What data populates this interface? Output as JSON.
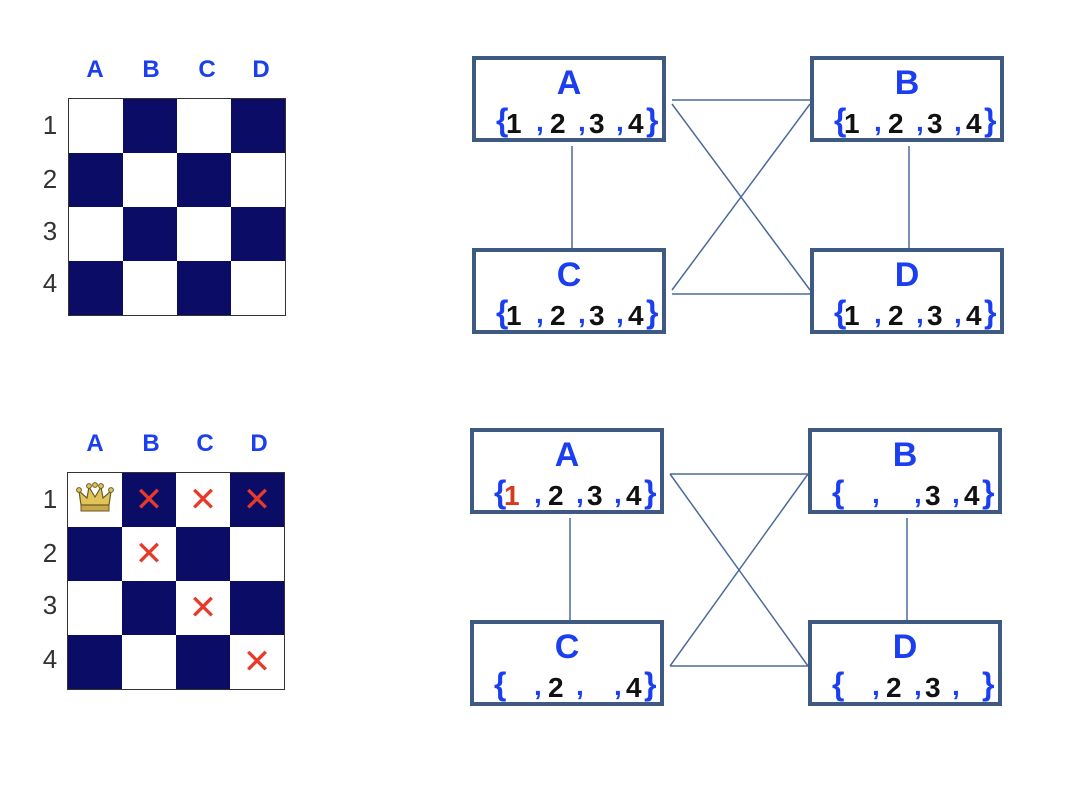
{
  "boards": [
    {
      "columns": [
        "A",
        "B",
        "C",
        "D"
      ],
      "rows": [
        "1",
        "2",
        "3",
        "4"
      ],
      "queen": null,
      "crossed": []
    },
    {
      "columns": [
        "A",
        "B",
        "C",
        "D"
      ],
      "rows": [
        "1",
        "2",
        "3",
        "4"
      ],
      "queen": "A1",
      "crossed": [
        "B1",
        "C1",
        "D1",
        "B2",
        "C3",
        "D4"
      ]
    }
  ],
  "colors": {
    "dark_square": "#0a0c66",
    "label_blue": "#1a3ef0",
    "cross_red": "#e83a2a",
    "node_border": "#3f5a82",
    "edge": "#4a6a9a"
  },
  "graphs": [
    {
      "nodes": {
        "A": {
          "name": "A",
          "values": [
            "1",
            "2",
            "3",
            "4"
          ]
        },
        "B": {
          "name": "B",
          "values": [
            "1",
            "2",
            "3",
            "4"
          ]
        },
        "C": {
          "name": "C",
          "values": [
            "1",
            "2",
            "3",
            "4"
          ]
        },
        "D": {
          "name": "D",
          "values": [
            "1",
            "2",
            "3",
            "4"
          ]
        }
      }
    },
    {
      "nodes": {
        "A": {
          "name": "A",
          "values": [
            "1",
            "2",
            "3",
            "4"
          ],
          "highlight": "1"
        },
        "B": {
          "name": "B",
          "values": [
            "",
            "",
            "3",
            "4"
          ]
        },
        "C": {
          "name": "C",
          "values": [
            "",
            "2",
            "",
            "4"
          ]
        },
        "D": {
          "name": "D",
          "values": [
            "",
            "2",
            "3",
            ""
          ]
        }
      }
    }
  ],
  "edges": [
    [
      "A",
      "B"
    ],
    [
      "A",
      "C"
    ],
    [
      "A",
      "D"
    ],
    [
      "B",
      "C"
    ],
    [
      "B",
      "D"
    ],
    [
      "C",
      "D"
    ]
  ],
  "icons": {
    "queen": "queen-icon",
    "cross": "cross-icon"
  }
}
